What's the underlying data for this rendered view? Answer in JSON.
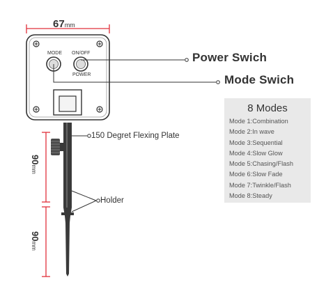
{
  "dimensions": {
    "width_value": "67",
    "width_unit": "mm",
    "upper_length_value": "90",
    "upper_length_unit": "mm",
    "lower_length_value": "90",
    "lower_length_unit": "mm"
  },
  "controller": {
    "mode_button_label": "MODE",
    "onoff_button_label": "ON/OFF",
    "power_button_label": "POWER"
  },
  "callouts": {
    "power_switch": "Power Swich",
    "mode_switch": "Mode Swich",
    "flexing_plate": "150 Degret Flexing Plate",
    "holder": "Holder"
  },
  "modes": {
    "title": "8 Modes",
    "items": [
      "Mode 1:Combination",
      "Mode 2:In wave",
      "Mode 3:Sequential",
      "Mode 4:Slow Glow",
      "Mode 5:Chasing/Flash",
      "Mode 6:Slow Fade",
      "Mode 7:Twinkle/Flash",
      "Mode 8:Steady"
    ]
  },
  "colors": {
    "dimension_line": "#e0303a",
    "device_dark": "#3a3a3a",
    "box_fill": "#e9e9e9"
  }
}
